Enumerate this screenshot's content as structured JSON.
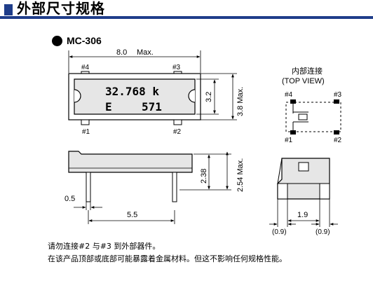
{
  "header": {
    "title": "外部尺寸规格"
  },
  "model": {
    "name": "MC-306"
  },
  "top_view": {
    "width_label": "8.0",
    "width_unit": "Max.",
    "marking_line1": "32.768  k",
    "marking_line2_left": "E",
    "marking_line2_right": "571",
    "pin_labels": [
      "#4",
      "#3",
      "#1",
      "#2"
    ],
    "inner_height": "3.2",
    "outer_height": "3.8 Max."
  },
  "side_view": {
    "height_inner": "2.38",
    "height_outer": "2.54 Max.",
    "pin_offset": "0.5",
    "pin_pitch": "5.5"
  },
  "end_view": {
    "center_width": "1.9",
    "left_pad": "(0.9)",
    "right_pad": "(0.9)"
  },
  "connection": {
    "title_cn": "内部连接",
    "title_en": "(TOP VIEW)",
    "pin_labels": [
      "#4",
      "#3",
      "#1",
      "#2"
    ]
  },
  "notes": [
    "请勿连接#2 与#3 到外部器件。",
    "在该产品顶部或底部可能暴露着金属材料。但这不影响任何规格性能。"
  ],
  "colors": {
    "header_bar": "#1f3d8a",
    "body_fill": "#e6e6e6",
    "dim_line": "#000000"
  }
}
